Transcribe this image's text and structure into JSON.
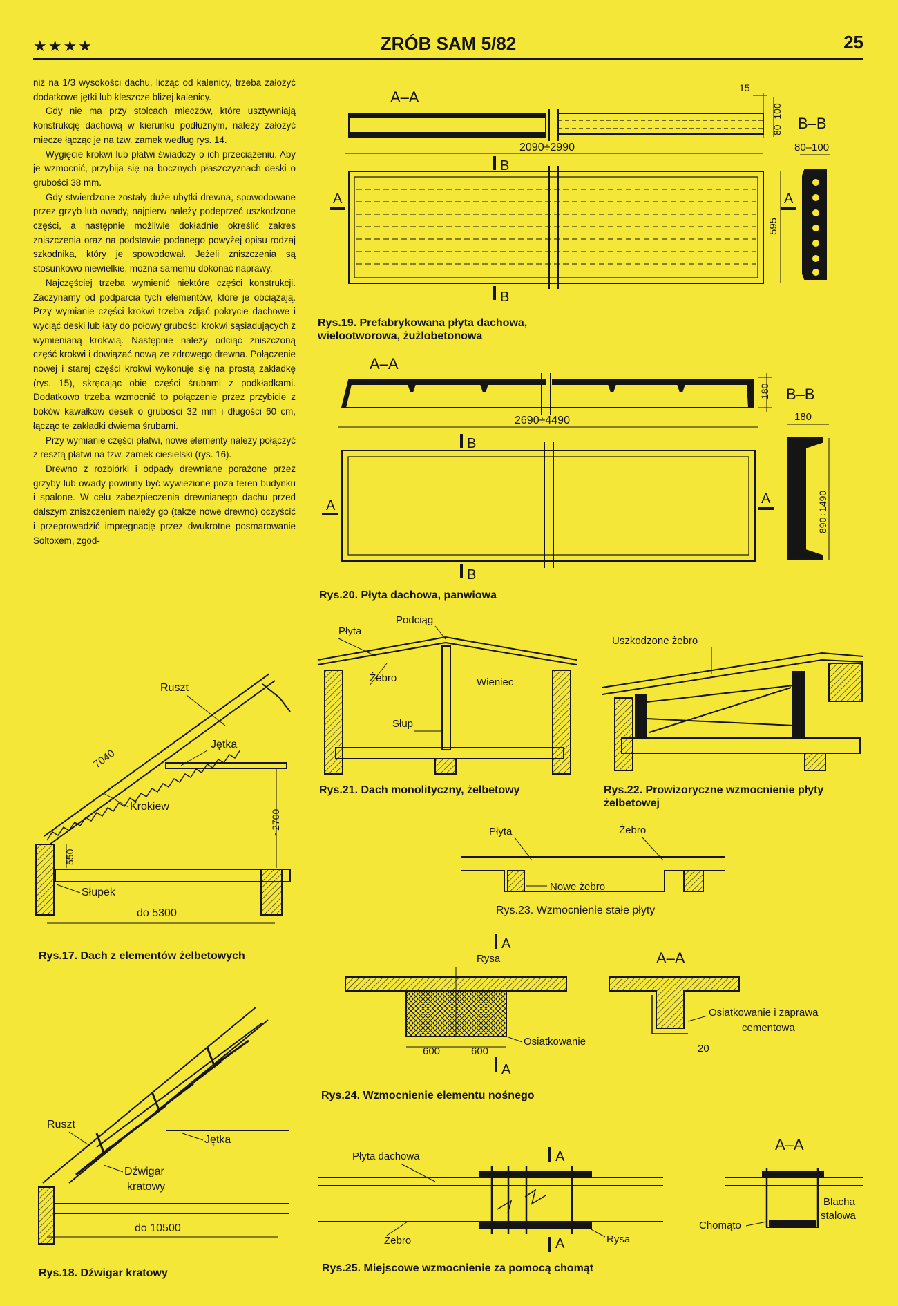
{
  "header": {
    "stars": "★★★★",
    "title": "ZRÓB SAM 5/82",
    "page_number": "25"
  },
  "body_text": [
    "niż na 1/3 wysokości dachu, licząc od kalenicy, trzeba założyć dodatkowe jętki lub kleszcze bliżej kalenicy.",
    "Gdy nie ma przy stolcach mieczów, które usztywniają konstrukcję dachową w kierunku podłużnym, należy założyć miecze łącząc je na tzw. zamek według rys. 14.",
    "Wygięcie krokwi lub płatwi świadczy o ich przeciążeniu. Aby je wzmocnić, przybija się na bocznych płaszczyznach deski o grubości 38 mm.",
    "Gdy stwierdzone zostały duże ubytki drewna, spowodowane przez grzyb lub owady, najpierw należy podeprzeć uszkodzone części, a następnie możliwie dokładnie określić zakres zniszczenia oraz na podstawie podanego powyżej opisu rodzaj szkodnika, który je spowodował. Jeżeli zniszczenia są stosunkowo niewielkie, można samemu dokonać naprawy.",
    "Najczęściej trzeba wymienić niektóre części konstrukcji. Zaczynamy od podparcia tych elementów, które je obciążają. Przy wymianie części krokwi trzeba zdjąć pokrycie dachowe i wyciąć deski lub łaty do połowy grubości krokwi sąsiadujących z wymienianą krokwią. Następnie należy odciąć zniszczoną część krokwi i dowiązać nową ze zdrowego drewna. Połączenie nowej i starej części krokwi wykonuje się na prostą zakładkę (rys. 15), skręcając obie części śrubami z podkładkami. Dodatkowo trzeba wzmocnić to połączenie przez przybicie z boków kawałków desek o grubości 32 mm i długości 60 cm, łącząc te zakładki dwiema śrubami.",
    "Przy wymianie części płatwi, nowe elementy należy połączyć z resztą płatwi na tzw. zamek ciesielski (rys. 16).",
    "Drewno z rozbiórki i odpady drewniane porażone przez grzyby lub owady powinny być wywiezione poza teren budynku i spalone. W celu zabezpieczenia drewnianego dachu przed dalszym zniszczeniem należy go (także nowe drewno) oczyścić i przeprowadzić impregnację przez dwukrotne posmarowanie Soltoxem, zgod-"
  ],
  "captions": {
    "rys17": "Rys.17. Dach z elementów żelbetowych",
    "rys18": "Rys.18. Dźwigar kratowy",
    "rys19a": "Rys.19. Prefabrykowana płyta dachowa,",
    "rys19b": "wielootworowa, żużlobetonowa",
    "rys20": "Rys.20. Płyta dachowa, panwiowa",
    "rys21": "Rys.21. Dach monolityczny, żelbetowy",
    "rys22a": "Rys.22. Prowizoryczne wzmocnienie płyty",
    "rys22b": "żelbetowej",
    "rys23": "Rys.23. Wzmocnienie stałe płyty",
    "rys24": "Rys.24. Wzmocnienie elementu nośnego",
    "rys25": "Rys.25. Miejscowe wzmocnienie za pomocą chomąt"
  },
  "labels": {
    "aa": "A–A",
    "bb": "B–B",
    "a": "A",
    "b": "B",
    "d15": "15",
    "d80_100v": "80–100",
    "d80_100": "80–100",
    "d2090": "2090÷2990",
    "d595": "595",
    "d180": "180",
    "d180b": "180",
    "d2690": "2690÷4490",
    "d890": "890÷1490",
    "plyta": "Płyta",
    "podciag": "Podciąg",
    "zebro": "Żebro",
    "wieniec": "Wieniec",
    "slup": "Słup",
    "uszkodzone": "Uszkodzone żebro",
    "zebro23": "Żebro",
    "nowe_zebro": "Nowe żebro",
    "rysa": "Rysa",
    "d600a": "600",
    "d600b": "600",
    "osiatkowanie": "Osiatkowanie",
    "osiat_zaprawa_1": "Osiatkowanie i zaprawa",
    "osiat_zaprawa_2": "cementowa",
    "d20": "20",
    "ruszt": "Ruszt",
    "jetka": "Jętka",
    "krokiew": "Krokiew",
    "d7040": "7040",
    "d2700": "~2700",
    "d550": "550",
    "slupek": "Słupek",
    "do5300": "do 5300",
    "ruszt18": "Ruszt",
    "jetka18": "Jętka",
    "dzwigar1": "Dźwigar",
    "dzwigar2": "kratowy",
    "do10500": "do 10500",
    "plyta_dachowa": "Płyta dachowa",
    "zebro25": "Żebro",
    "rysa25": "Rysa",
    "chomato": "Chomąto",
    "blacha1": "Blacha",
    "blacha2": "stalowa"
  }
}
